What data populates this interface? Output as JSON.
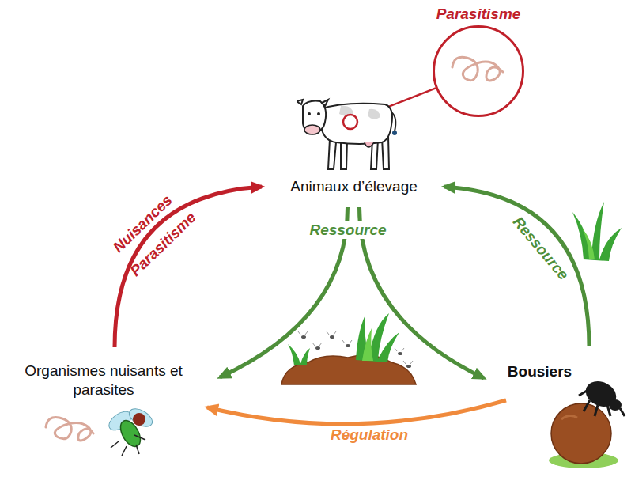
{
  "diagram": {
    "nodes": [
      {
        "text": [
          "Parasitisme"
        ]
      },
      {
        "text": [
          "Animaux d’élevage"
        ]
      },
      {
        "text": [
          "Organismes nuisants et parasites"
        ]
      },
      {
        "text": [
          "Bousiers"
        ]
      }
    ],
    "edges": [
      {
        "from": 0,
        "to": 1,
        "arrow": "none"
      },
      {
        "from": 2,
        "to": 1,
        "arrow": "to",
        "label": "Nuisances"
      },
      {
        "from": 1,
        "to": 2,
        "arrow": "to",
        "label": "Ressource"
      },
      {
        "from": 1,
        "to": 3,
        "arrow": "to"
      },
      {
        "from": 3,
        "to": 1,
        "arrow": "to",
        "label": "Ressource"
      },
      {
        "from": 3,
        "to": 2,
        "arrow": "to",
        "label": "Régulation"
      }
    ],
    "labels": [
      "Parasitisme"
    ]
  }
}
